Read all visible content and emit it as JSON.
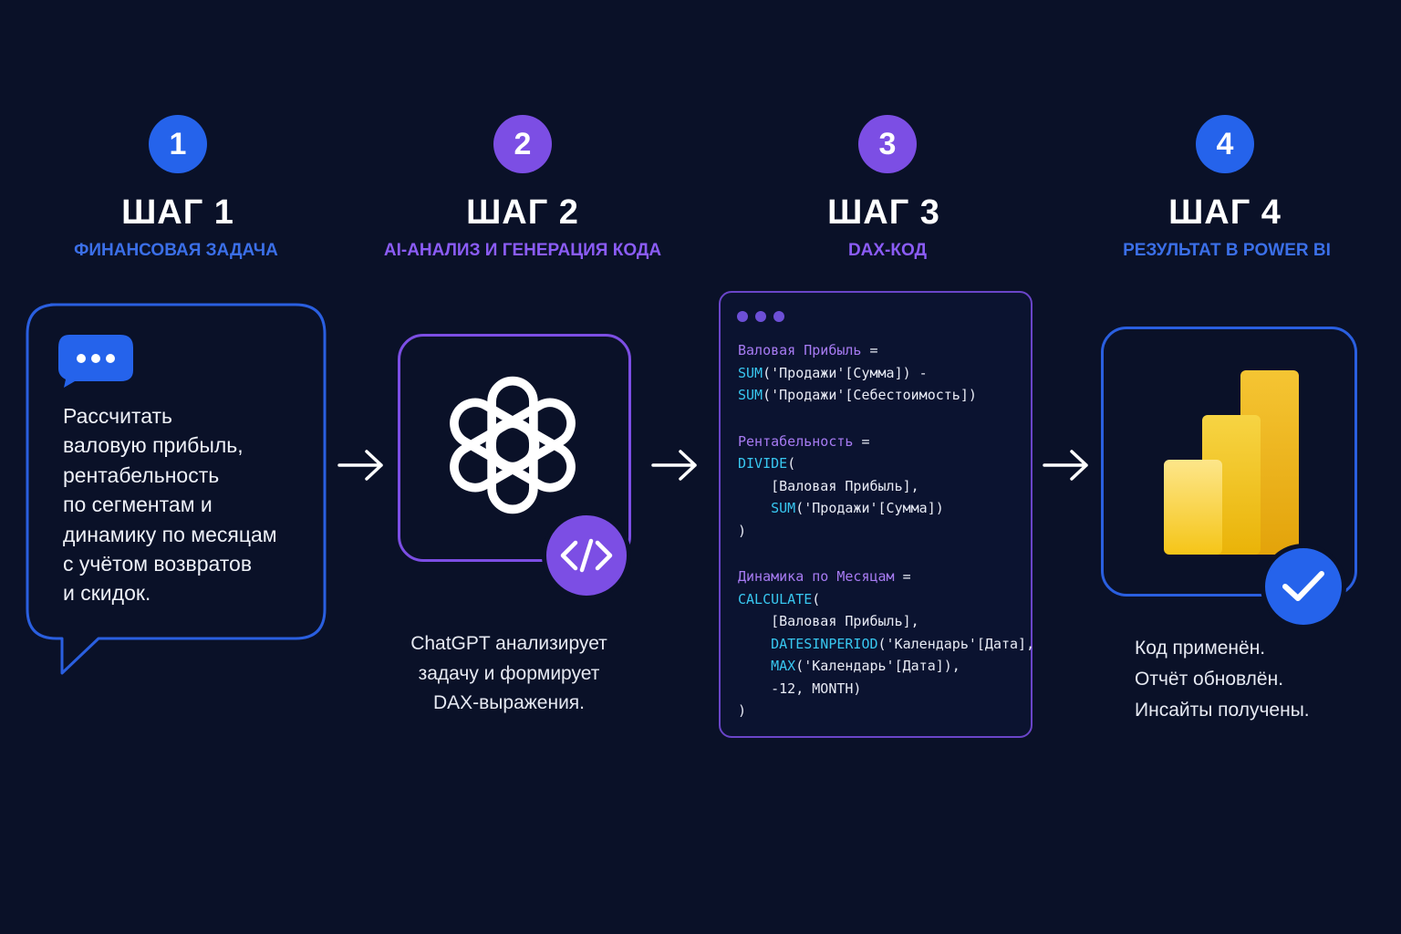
{
  "steps": [
    {
      "number": "1",
      "title": "ШАГ 1",
      "subtitle": "ФИНАНСОВАЯ ЗАДАЧА",
      "color": "#2563eb",
      "subtitle_color": "#3b6fe8"
    },
    {
      "number": "2",
      "title": "ШАГ 2",
      "subtitle": "AI-АНАЛИЗ И ГЕНЕРАЦИЯ КОДА",
      "color": "#7c4ee4",
      "subtitle_color": "#8b5cf6"
    },
    {
      "number": "3",
      "title": "ШАГ 3",
      "subtitle": "DAX-КОД",
      "color": "#7c4ee4",
      "subtitle_color": "#8b5cf6"
    },
    {
      "number": "4",
      "title": "ШАГ 4",
      "subtitle": "РЕЗУЛЬТАТ В POWER BI",
      "color": "#2563eb",
      "subtitle_color": "#3b6fe8"
    }
  ],
  "task_bubble": {
    "icon": "chat-dots-icon",
    "lines": [
      "Рассчитать",
      "валовую прибыль,",
      "рентабельность",
      "по сегментам и",
      "динамику по месяцам",
      "с учётом возвратов",
      "и скидок."
    ]
  },
  "ai_card": {
    "logo": "chatgpt-logo-icon",
    "badge_icon": "code-icon",
    "lines": [
      "ChatGPT анализирует",
      "задачу и формирует",
      "DAX-выражения."
    ]
  },
  "code_window": {
    "dots": [
      "#6d4fd6",
      "#6d4fd6",
      "#6d4fd6"
    ],
    "lines": [
      [
        {
          "t": "Валовая Прибыль",
          "c": "purple"
        },
        {
          "t": " =",
          "c": "white"
        }
      ],
      [
        {
          "t": "SUM",
          "c": "cyan"
        },
        {
          "t": "('Продажи'[Сумма]) -",
          "c": "white"
        }
      ],
      [
        {
          "t": "SUM",
          "c": "cyan"
        },
        {
          "t": "('Продажи'[Себестоимость])",
          "c": "white"
        }
      ],
      [],
      [
        {
          "t": "Рентабельность",
          "c": "purple"
        },
        {
          "t": " =",
          "c": "white"
        }
      ],
      [
        {
          "t": "DIVIDE",
          "c": "cyan"
        },
        {
          "t": "(",
          "c": "white"
        }
      ],
      [
        {
          "t": "    [Валовая Прибыль],",
          "c": "white"
        }
      ],
      [
        {
          "t": "    ",
          "c": "white"
        },
        {
          "t": "SUM",
          "c": "cyan"
        },
        {
          "t": "('Продажи'[Сумма])",
          "c": "white"
        }
      ],
      [
        {
          "t": ")",
          "c": "white"
        }
      ],
      [],
      [
        {
          "t": "Динамика по Месяцам",
          "c": "purple"
        },
        {
          "t": " =",
          "c": "white"
        }
      ],
      [
        {
          "t": "CALCULATE",
          "c": "cyan"
        },
        {
          "t": "(",
          "c": "white"
        }
      ],
      [
        {
          "t": "    [Валовая Прибыль],",
          "c": "white"
        }
      ],
      [
        {
          "t": "    ",
          "c": "white"
        },
        {
          "t": "DATESINPERIOD",
          "c": "cyan"
        },
        {
          "t": "('Календарь'[Дата],",
          "c": "white"
        }
      ],
      [
        {
          "t": "    ",
          "c": "white"
        },
        {
          "t": "MAX",
          "c": "cyan"
        },
        {
          "t": "('Календарь'[Дата]),",
          "c": "white"
        }
      ],
      [
        {
          "t": "    -12, MONTH)",
          "c": "white"
        }
      ],
      [
        {
          "t": ")",
          "c": "white"
        }
      ]
    ]
  },
  "result_card": {
    "logo": "power-bi-logo-icon",
    "check_icon": "check-icon",
    "lines": [
      "Код применён.",
      "Отчёт обновлён.",
      "Инсайты получены."
    ]
  },
  "colors": {
    "background": "#0a1128",
    "blue": "#2563eb",
    "purple": "#7c4ee4"
  }
}
